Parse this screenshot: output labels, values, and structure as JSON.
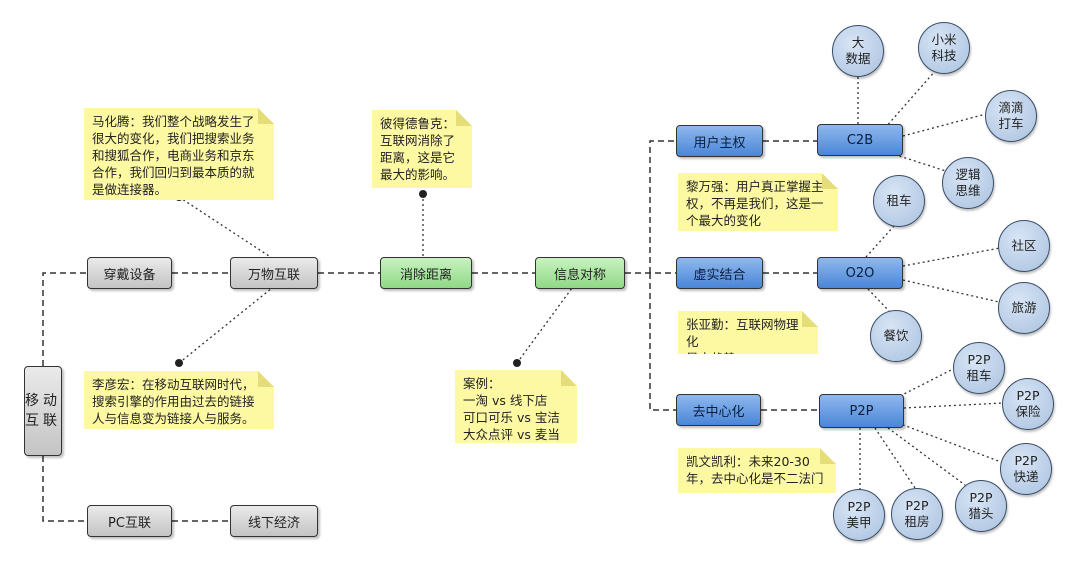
{
  "nodes": {
    "mobile": "移动\n互联",
    "wearable": "穿戴设备",
    "iot": "万物互联",
    "distance": "消除距离",
    "symmetry": "信息对称",
    "pc": "PC互联",
    "offline": "线下经济",
    "user": "用户主权",
    "virtual": "虚实结合",
    "decentral": "去中心化",
    "c2b": "C2B",
    "o2o": "O2O",
    "p2p": "P2P"
  },
  "notes": {
    "mahuateng": "马化腾：我们整个战略发生了\n很大的变化，我们把搜索业务\n和搜狐合作，电商业务和京东\n合作，我们回归到最本质的就\n是做连接器。",
    "liyanhong": "李彦宏：在移动互联网时代，\n搜索引擎的作用由过去的链接\n人与信息变为链接人与服务。",
    "drucker": "彼得德鲁克：\n互联网消除了\n距离，这是它\n最大的影响。",
    "cases": "案例：\n一淘 vs 线下店\n可口可乐 vs 宝洁\n大众点评 vs 麦当劳",
    "liwanqiang": "黎万强：用户真正掌握主\n权，不再是我们，这是一\n个最大的变化",
    "zhangyaqin": "张亚勤：互联网物理化\n是大趋势",
    "kevin": "凯文凯利：未来20-30\n年，去中心化是不二法门"
  },
  "circles": {
    "bigdata": "大\n数据",
    "xiaomi": "小米\n科技",
    "didi": "滴滴\n打车",
    "logic": "逻辑\n思维",
    "rent_car": "租车",
    "community": "社区",
    "travel": "旅游",
    "dining": "餐饮",
    "p2p_car": "P2P\n租车",
    "p2p_insurance": "P2P\n保险",
    "p2p_express": "P2P\n快递",
    "p2p_headhunt": "P2P\n猎头",
    "p2p_house": "P2P\n租房",
    "p2p_nails": "P2P\n美甲"
  }
}
